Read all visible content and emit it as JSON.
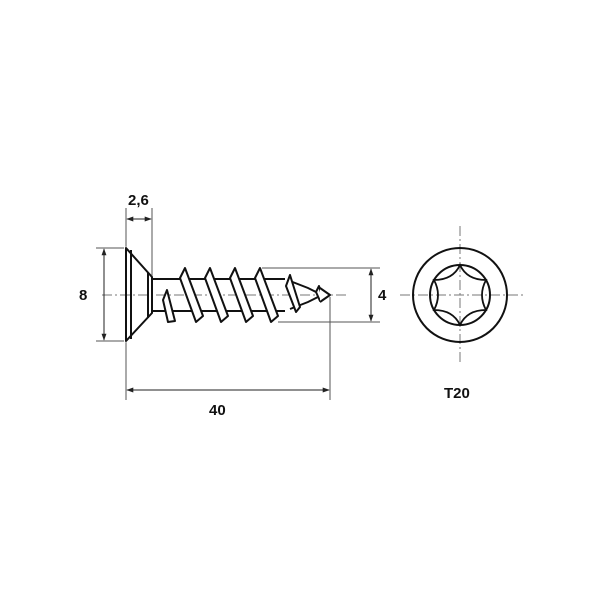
{
  "drawing": {
    "subject": "countersunk wood screw with Torx drive",
    "dimensions": {
      "head_height": "2,6",
      "head_diameter": "8",
      "thread_diameter": "4",
      "length": "40"
    },
    "drive_label": "T20"
  },
  "colors": {
    "line": "#111111",
    "dim_line": "#555555",
    "background": "#ffffff"
  }
}
